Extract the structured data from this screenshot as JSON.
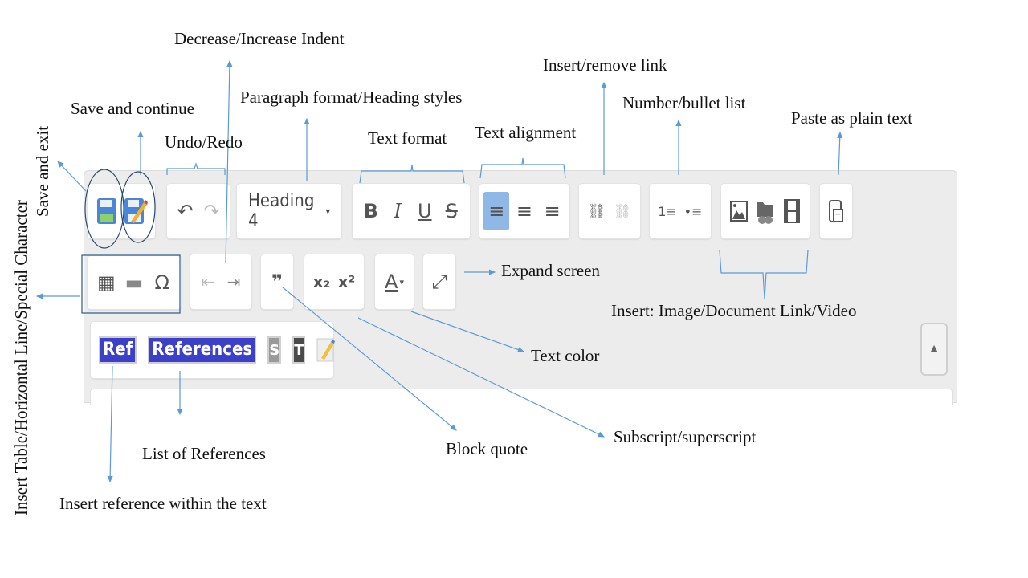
{
  "toolbar": {
    "row1": {
      "save_exit": "save-exit",
      "save_continue": "save-continue",
      "undo": "↶",
      "redo": "↷",
      "heading_select": {
        "value": "Heading 4",
        "caret": "▾"
      },
      "bold": "B",
      "italic": "I",
      "underline": "U",
      "strike": "S",
      "align_left": "≡",
      "align_center": "≡",
      "align_right": "≡",
      "link": "⛓",
      "unlink": "⛓",
      "numbered_list": "1≡",
      "bullet_list": "•≡",
      "image": "🖼",
      "document_link": "📁",
      "video": "🎞",
      "paste_text": "📋"
    },
    "row2": {
      "table": "▦",
      "horizontal_line": "▬",
      "special_char": "Ω",
      "outdent": "⇤",
      "indent": "⇥",
      "blockquote": "❞",
      "subscript": "x₂",
      "superscript": "x²",
      "text_color": "A",
      "text_color_caret": "▾",
      "maximize": "⤢"
    },
    "row3": {
      "ref": "Ref",
      "references": "References",
      "s_button": "S",
      "t_button": "T"
    },
    "scroll_up": "▲",
    "active_alignment": "left"
  },
  "annotations": {
    "save_exit": "Save and exit",
    "save_continue": "Save and continue",
    "undo_redo": "Undo/Redo",
    "indent": "Decrease/Increase Indent",
    "paragraph_format": "Paragraph format/Heading styles",
    "text_format": "Text format",
    "text_alignment": "Text alignment",
    "link": "Insert/remove link",
    "lists": "Number/bullet list",
    "paste_plain": "Paste as plain text",
    "insert_table": "Insert Table/Horizontal  Line/Special Character",
    "expand_screen": "Expand screen",
    "insert_media": "Insert: Image/Document Link/Video",
    "text_color": "Text color",
    "subscript_superscript": "Subscript/superscript",
    "block_quote": "Block quote",
    "list_references": "List of References",
    "insert_reference": "Insert reference within the text"
  },
  "colors": {
    "arrow": "#5b9bd5",
    "active_button": "#8fb8e6",
    "ref_button": "#3b3fc9",
    "toolbar_bg": "#ececec"
  }
}
